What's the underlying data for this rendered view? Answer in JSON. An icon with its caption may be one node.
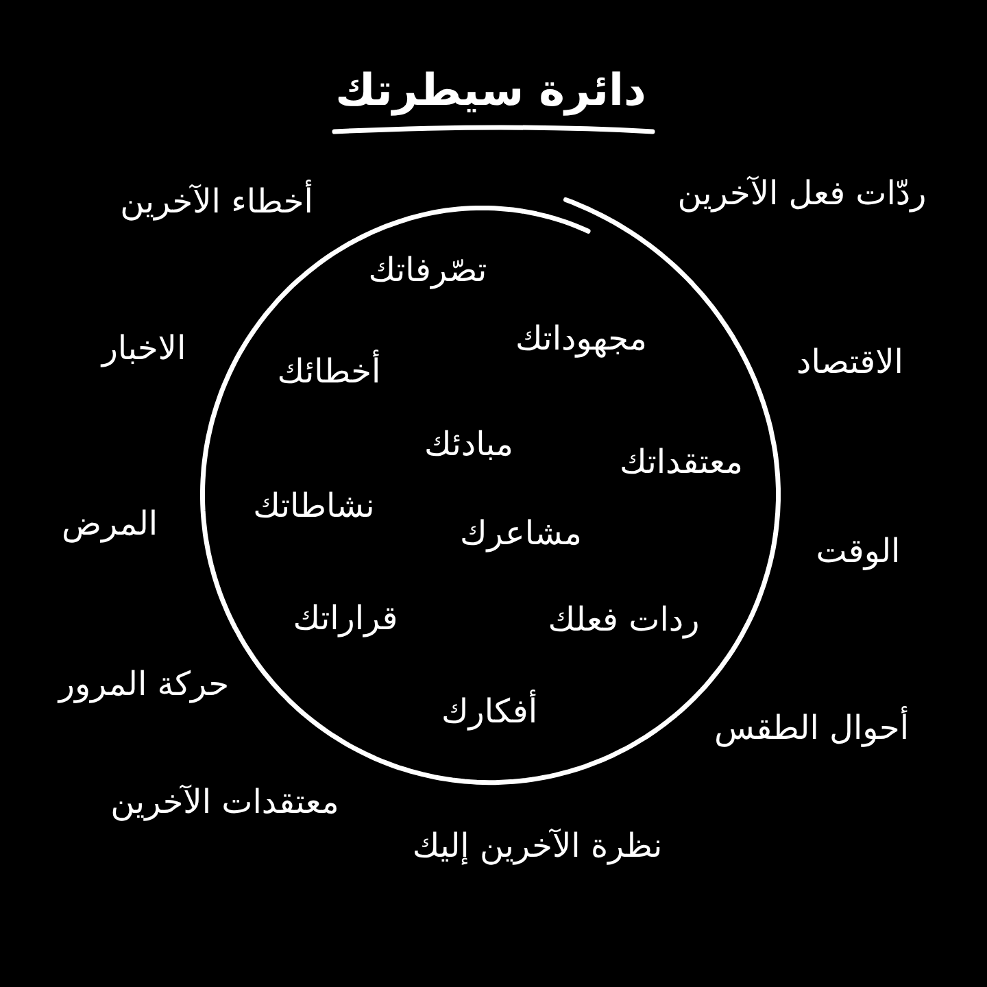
{
  "diagram": {
    "title": "دائرة سيطرتك",
    "nodes": [
      {
        "text": [
          "تصّرفاتك",
          "مجهوداتك",
          "أخطائك",
          "معتقداتك",
          "مبادئك",
          "نشاطاتك",
          "مشاعرك",
          "ردات فعلك",
          "قراراتك",
          "أفكارك"
        ]
      }
    ],
    "labels": [
      "ردّات فعل الآخرين",
      "أخطاء الآخرين",
      "الاقتصاد",
      "الاخبار",
      "الوقت",
      "المرض",
      "أحوال الطقس",
      "حركة المرور",
      "معتقدات الآخرين",
      "نظرة الآخرين إليك"
    ]
  }
}
